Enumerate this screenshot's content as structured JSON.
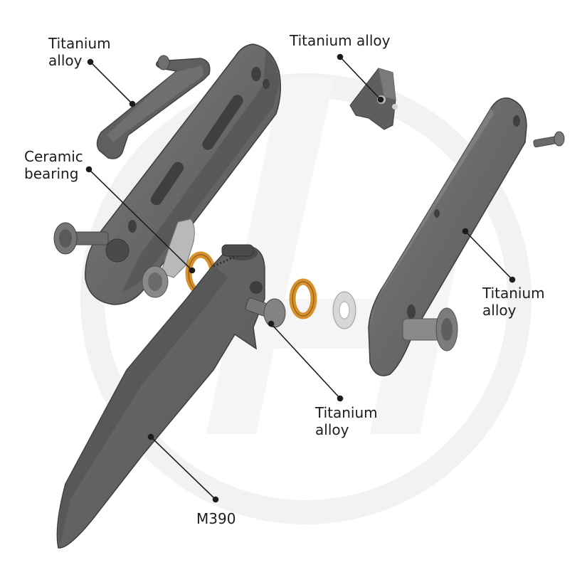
{
  "labels": {
    "clip": {
      "line1": "Titanium",
      "line2": "alloy"
    },
    "lock_bar": {
      "text": "Titanium alloy"
    },
    "bearing": {
      "line1": "Ceramic",
      "line2": "bearing"
    },
    "right_handle": {
      "line1": "Titanium",
      "line2": "alloy"
    },
    "pivot": {
      "line1": "Titanium",
      "line2": "alloy"
    },
    "blade": {
      "text": "M390"
    }
  },
  "colors": {
    "metal_dark": "#5b5b5b",
    "metal_mid": "#6e6e6e",
    "metal_light": "#8a8a8a",
    "bearing": "#d8922b",
    "watermark": "#f2f2f2",
    "leader": "#1c1c1c"
  }
}
